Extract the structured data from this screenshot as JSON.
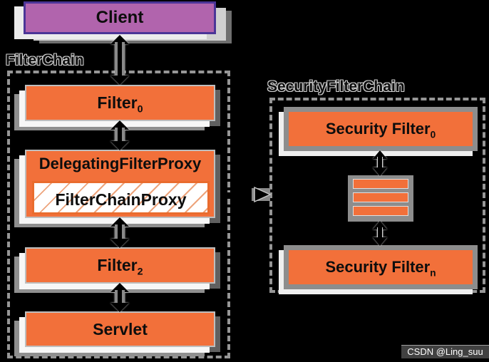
{
  "diagram": {
    "client": {
      "label": "Client"
    },
    "filter_chain": {
      "label": "FilterChain",
      "filter0": {
        "base": "Filter",
        "sub": "0"
      },
      "delegating_filter_proxy": {
        "label": "DelegatingFilterProxy"
      },
      "filter_chain_proxy": {
        "label": "FilterChainProxy"
      },
      "filter2": {
        "base": "Filter",
        "sub": "2"
      },
      "servlet": {
        "label": "Servlet"
      }
    },
    "security_filter_chain": {
      "label": "SecurityFilterChain",
      "security_filter0": {
        "base": "Security Filter",
        "sub": "0"
      },
      "security_filtern": {
        "base": "Security Filter",
        "sub": "n"
      },
      "collapsed_bars": 3
    },
    "watermark": {
      "text": "CSDN @Ling_suu"
    }
  },
  "colors": {
    "bg": "#000000",
    "orange": "#F2703A",
    "purple": "#B164AD",
    "purple-border": "#4B3597",
    "box-border": "#BEBEBE",
    "gray-frame": "#8D8D8D",
    "shadow-white": "#F7F7F7",
    "shadow-gray": "#8F8F8F",
    "dash": "#969696",
    "hatch": "#EDA47C",
    "label-text": "#0D0D0D",
    "label-halo": "#CFCFCF"
  }
}
